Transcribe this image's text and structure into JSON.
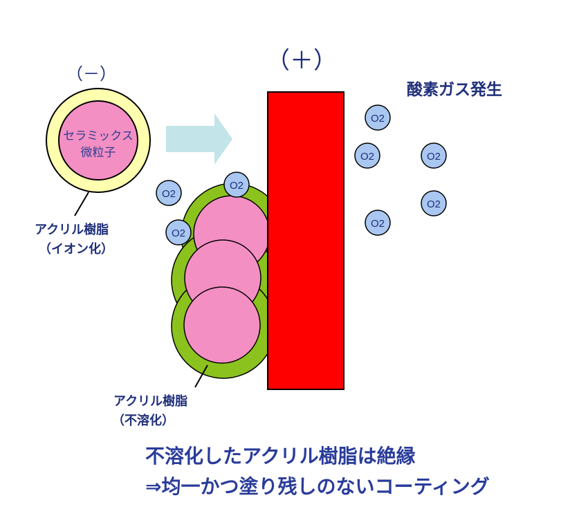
{
  "labels": {
    "negative": "（－）",
    "positive": "（＋）",
    "oxygen_header": "酸素ガス発生",
    "particle_line1": "セラミックス",
    "particle_line2": "微粒子",
    "resin_ion_line1": "アクリル樹脂",
    "resin_ion_line2": "（イオン化）",
    "resin_insoluble_line1": "アクリル樹脂",
    "resin_insoluble_line2": "（不溶化）",
    "bubble": "O2"
  },
  "caption": {
    "line1": "不溶化したアクリル樹脂は絶縁",
    "line2": "⇒均一かつ塗り残しのないコーティング"
  },
  "colors": {
    "electrode": "#ff0000",
    "particle": "#f48fc4",
    "ion_shell": "#ffffb0",
    "insoluble_shell": "#8cc21e",
    "arrow": "#c3e4e8",
    "bubble": "#a9c7f0",
    "text_navy": "#1f2f7a"
  }
}
